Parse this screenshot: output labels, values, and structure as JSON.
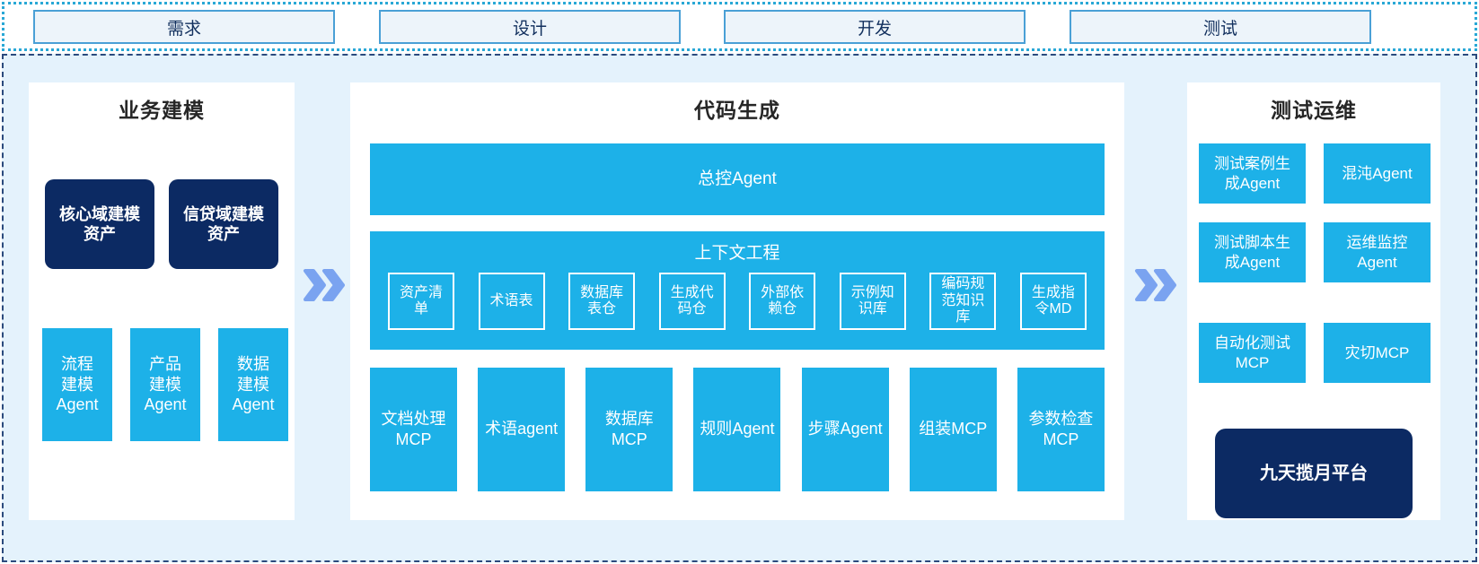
{
  "phases": [
    "需求",
    "设计",
    "开发",
    "测试"
  ],
  "business_modeling": {
    "title": "业务建模",
    "assets": [
      "核心域建模\n资产",
      "信贷域建模\n资产"
    ],
    "agents": [
      "流程\n建模\nAgent",
      "产品\n建模\nAgent",
      "数据\n建模\nAgent"
    ]
  },
  "code_generation": {
    "title": "代码生成",
    "master_agent": "总控Agent",
    "context_engineering": {
      "title": "上下文工程",
      "items": [
        "资产清\n单",
        "术语表",
        "数据库\n表仓",
        "生成代\n码仓",
        "外部依\n赖仓",
        "示例知\n识库",
        "编码规\n范知识\n库",
        "生成指\n令MD"
      ]
    },
    "tools": [
      "文档处理\nMCP",
      "术语agent",
      "数据库\nMCP",
      "规则Agent",
      "步骤Agent",
      "组装MCP",
      "参数检查\nMCP"
    ]
  },
  "test_ops": {
    "title": "测试运维",
    "boxes": [
      "测试案例生\n成Agent",
      "混沌Agent",
      "测试脚本生\n成Agent",
      "运维监控\nAgent",
      "自动化测试\nMCP",
      "灾切MCP"
    ],
    "platform": "九天揽月平台"
  },
  "colors": {
    "cyan": "#1db1e8",
    "navy": "#0c2a63",
    "area_bg": "#e4f2fc",
    "phase_box_bg": "#edf4fa",
    "phase_border": "#4aa0d6",
    "strip_border": "#29a8d6",
    "area_border": "#2b4a7d",
    "arrow": "#7aa3f0"
  }
}
